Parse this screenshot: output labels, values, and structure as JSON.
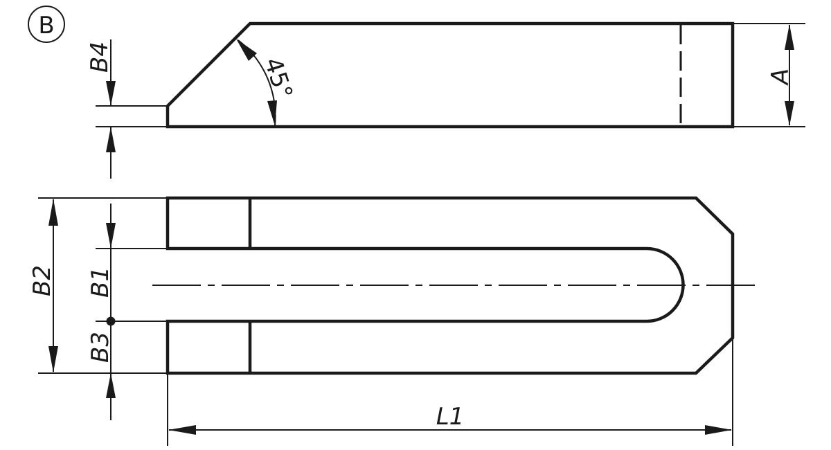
{
  "drawing": {
    "view_marker": "B",
    "angle_label": "45°",
    "colors": {
      "line": "#1a1a1a",
      "background": "#ffffff"
    }
  },
  "side_view": {
    "dimensions": {
      "height": "A",
      "step_height": "B4",
      "chamfer_angle": "45°"
    }
  },
  "top_view": {
    "dimensions": {
      "overall_width": "B2",
      "slot_width": "B1",
      "wall_width": "B3",
      "overall_length": "L1"
    }
  }
}
